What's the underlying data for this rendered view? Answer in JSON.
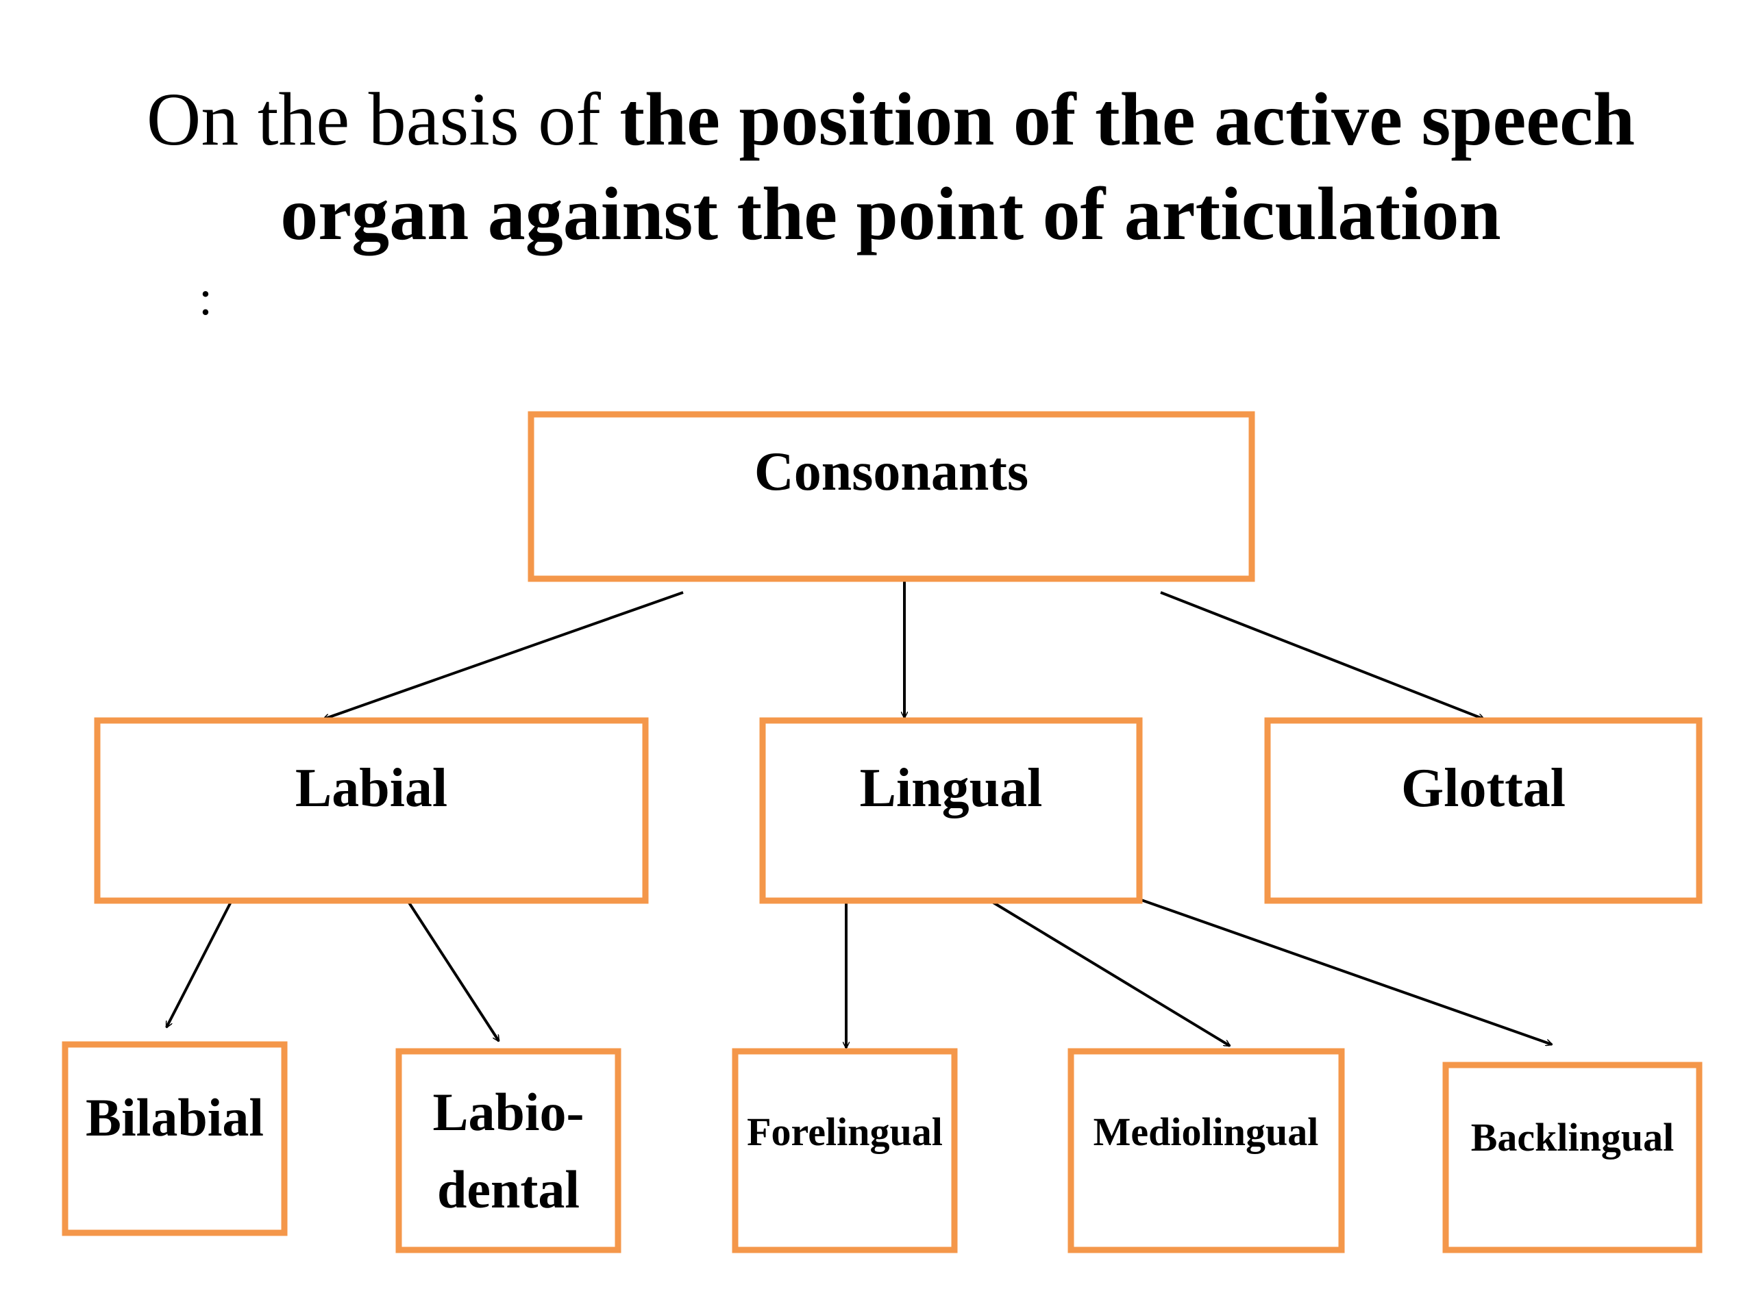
{
  "title": {
    "prefix": "On the basis of ",
    "bold_line1": "the position of the active speech",
    "bold_line2": "organ against the point of articulation"
  },
  "colon": ":",
  "colors": {
    "box_border": "#f4974a",
    "arrow": "#000000",
    "text": "#000000"
  },
  "nodes": {
    "consonants": "Consonants",
    "labial": "Labial",
    "lingual": "Lingual",
    "glottal": "Glottal",
    "bilabial": "Bilabial",
    "labiodental_line1": "Labio-",
    "labiodental_line2": "dental",
    "forelingual": "Forelingual",
    "mediolingual": "Mediolingual",
    "backlingual": "Backlingual"
  },
  "edges": [
    [
      "Consonants",
      "Labial"
    ],
    [
      "Consonants",
      "Lingual"
    ],
    [
      "Consonants",
      "Glottal"
    ],
    [
      "Labial",
      "Bilabial"
    ],
    [
      "Labial",
      "Labio-dental"
    ],
    [
      "Lingual",
      "Forelingual"
    ],
    [
      "Lingual",
      "Mediolingual"
    ],
    [
      "Lingual",
      "Backlingual"
    ]
  ]
}
